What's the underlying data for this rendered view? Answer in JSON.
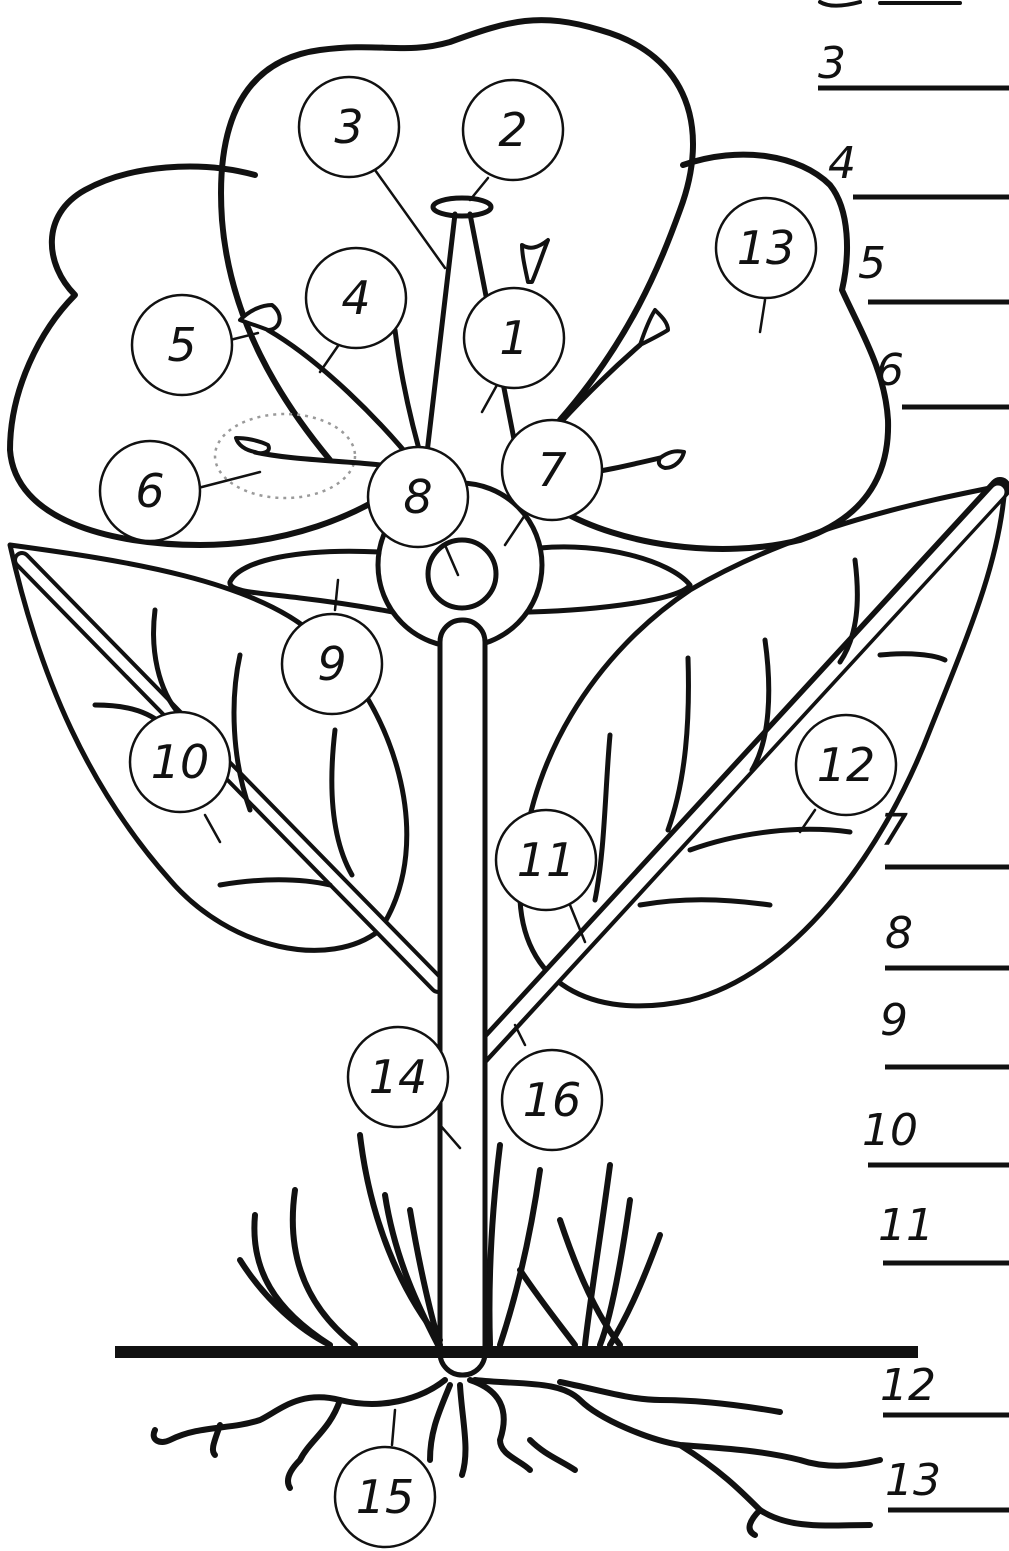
{
  "diagram": {
    "callouts": [
      {
        "id": "callout-1",
        "label": "1"
      },
      {
        "id": "callout-2",
        "label": "2"
      },
      {
        "id": "callout-3",
        "label": "3"
      },
      {
        "id": "callout-4",
        "label": "4"
      },
      {
        "id": "callout-5",
        "label": "5"
      },
      {
        "id": "callout-6",
        "label": "6"
      },
      {
        "id": "callout-7",
        "label": "7"
      },
      {
        "id": "callout-8",
        "label": "8"
      },
      {
        "id": "callout-9",
        "label": "9"
      },
      {
        "id": "callout-10",
        "label": "10"
      },
      {
        "id": "callout-11",
        "label": "11"
      },
      {
        "id": "callout-12",
        "label": "12"
      },
      {
        "id": "callout-13",
        "label": "13"
      },
      {
        "id": "callout-14",
        "label": "14"
      },
      {
        "id": "callout-15",
        "label": "15"
      },
      {
        "id": "callout-16",
        "label": "16"
      }
    ],
    "answer_lines": [
      {
        "id": "answer-3",
        "label": "3"
      },
      {
        "id": "answer-4",
        "label": "4"
      },
      {
        "id": "answer-5",
        "label": "5"
      },
      {
        "id": "answer-6",
        "label": "6"
      },
      {
        "id": "answer-7",
        "label": "7"
      },
      {
        "id": "answer-8",
        "label": "8"
      },
      {
        "id": "answer-9",
        "label": "9"
      },
      {
        "id": "answer-10",
        "label": "10"
      },
      {
        "id": "answer-11",
        "label": "11"
      },
      {
        "id": "answer-12",
        "label": "12"
      },
      {
        "id": "answer-13",
        "label": "13"
      }
    ]
  },
  "colors": {
    "ink": "#111111",
    "background": "#ffffff",
    "dotted_highlight": "#9a9a9a"
  }
}
